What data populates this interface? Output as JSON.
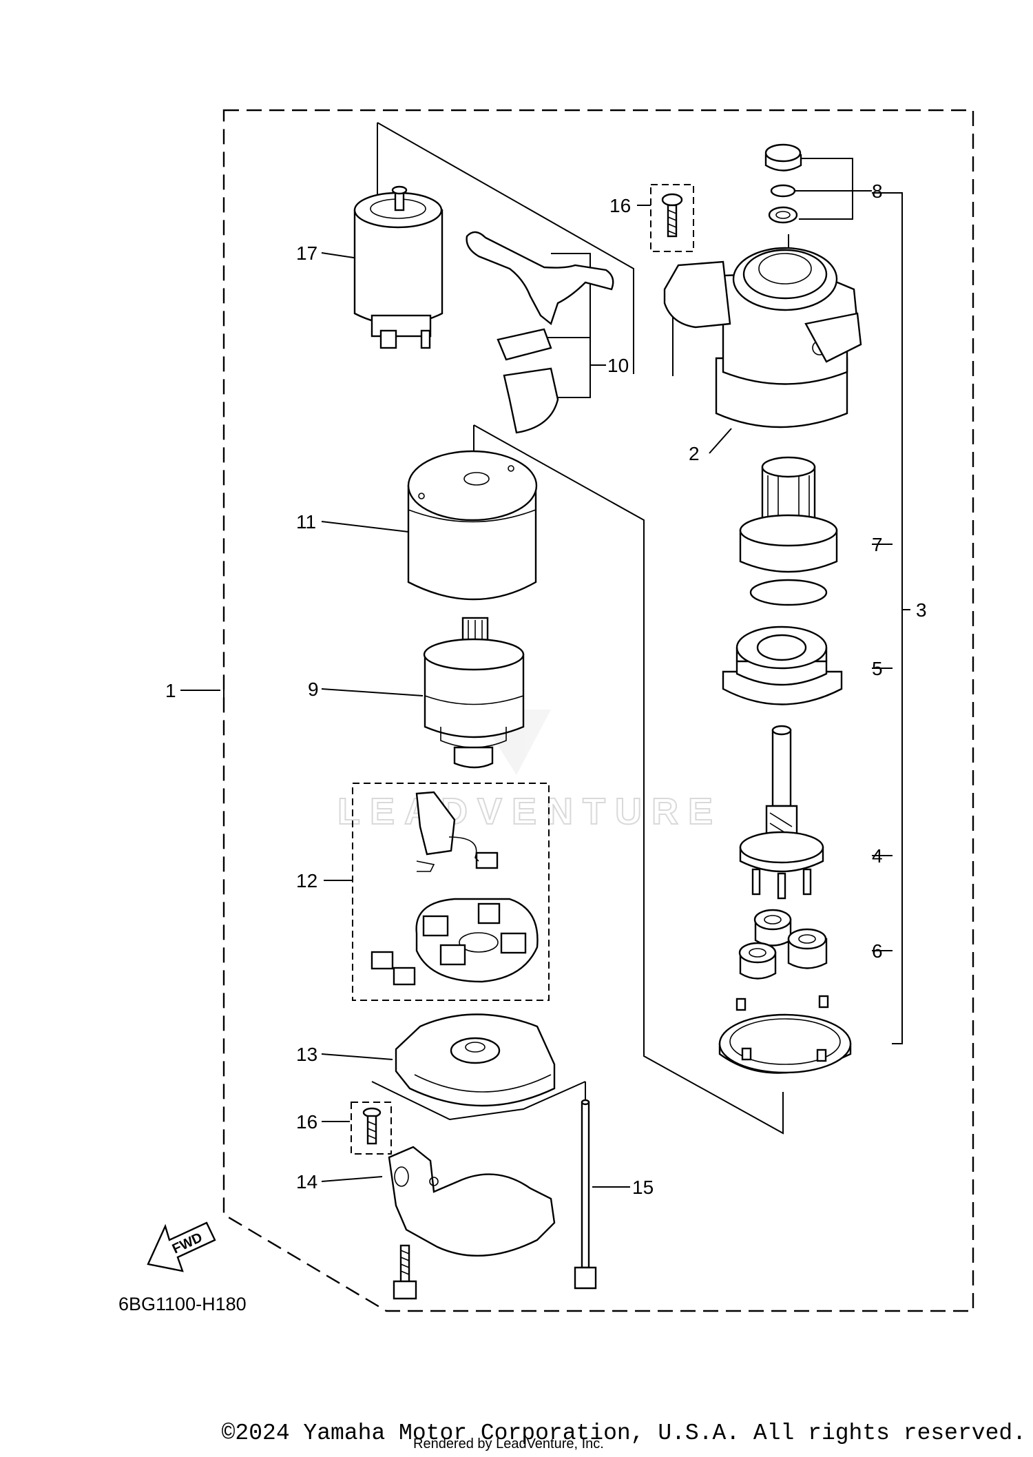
{
  "diagram": {
    "code": "6BG1100-H180",
    "fwd_label": "FWD",
    "watermark": "LEADVENTURE",
    "callouts": {
      "c1": "1",
      "c2": "2",
      "c3": "3",
      "c4": "4",
      "c5": "5",
      "c6": "6",
      "c7": "7",
      "c8": "8",
      "c9": "9",
      "c10": "10",
      "c11": "11",
      "c12": "12",
      "c13": "13",
      "c14": "14",
      "c15": "15",
      "c16a": "16",
      "c16b": "16",
      "c17": "17"
    }
  },
  "footer": {
    "copyright": "©2024 Yamaha Motor Corporation, U.S.A. All rights reserved.",
    "rendered_by": "Rendered by LeadVenture, Inc."
  }
}
